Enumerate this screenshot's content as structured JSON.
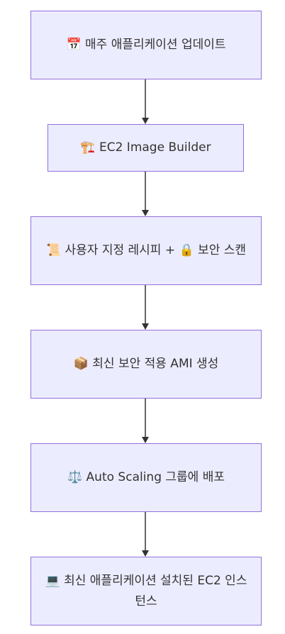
{
  "nodes": [
    {
      "icon": "calendar-icon",
      "label": "📅 매주 애플리케이션 업데이트"
    },
    {
      "icon": "construction-crane-icon",
      "label": "🏗️ EC2 Image Builder"
    },
    {
      "icon": "scroll-icon",
      "label": "📜 사용자 지정 레시피 + 🔒 보안 스캔"
    },
    {
      "icon": "package-icon",
      "label": "📦 최신 보안 적용 AMI 생성"
    },
    {
      "icon": "balance-scale-icon",
      "label": "⚖️ Auto Scaling 그룹에 배포"
    },
    {
      "icon": "laptop-icon",
      "label": "💻 최신 애플리케이션 설치된 EC2 인스턴스"
    }
  ],
  "colors": {
    "node_fill": "#ececff",
    "node_border": "#9370db",
    "text": "#333333",
    "edge": "#333333"
  }
}
